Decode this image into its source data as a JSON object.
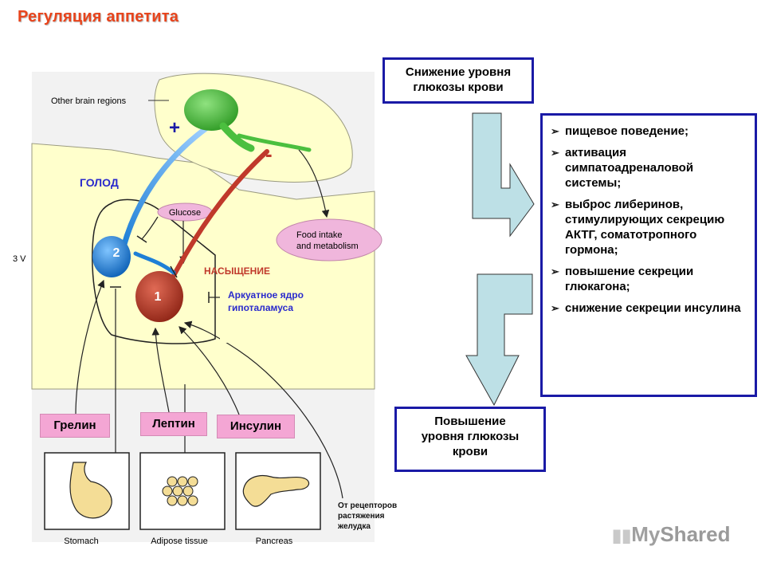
{
  "title": "Регуляция аппетита",
  "brain_labels": {
    "other_regions": "Other brain regions",
    "third_ventricle": "3 V",
    "glucose": "Glucose",
    "food_intake": "Food intake",
    "and_metabolism": "and metabolism",
    "hunger": "ГОЛОД",
    "satiety": "НАСЫЩЕНИЕ",
    "plus": "+",
    "minus": "-",
    "neuron_2": "2",
    "neuron_1": "1"
  },
  "arcuate_label": {
    "line1": "Аркуатное ядро",
    "line2": "гипоталамуса"
  },
  "hormones": {
    "ghrelin": "Грелин",
    "leptin": "Лептин",
    "insulin": "Инсулин"
  },
  "organs": {
    "stomach": "Stomach",
    "adipose": "Adipose tissue",
    "pancreas": "Pancreas"
  },
  "stretch_label": {
    "line1": "От рецепторов",
    "line2": "растяжения",
    "line3": "желудка"
  },
  "box_low": {
    "line1": "Снижение уровня",
    "line2": "глюкозы крови"
  },
  "box_high": {
    "line1": "Повышение",
    "line2": "уровня глюкозы",
    "line3": "крови"
  },
  "effects": [
    "пищевое поведение;",
    "активация симпатоадреналовой системы;",
    "выброс либеринов, стимулирующих секрецию АКТГ, соматотропного гормона;",
    "повышение секреции глюкагона;",
    "снижение секреции инсулина"
  ],
  "logo": {
    "my": "My",
    "shared": "Shared"
  },
  "colors": {
    "title": "#e8441c",
    "box_border": "#1a1aa6",
    "arrow_fill": "#bde0e6",
    "neuron_green": "#4bbf3f",
    "neuron_blue": "#1e7fd6",
    "neuron_red": "#c0392b",
    "brain_fill": "#ffffcc",
    "hormone_pink": "#f4a6d4"
  }
}
